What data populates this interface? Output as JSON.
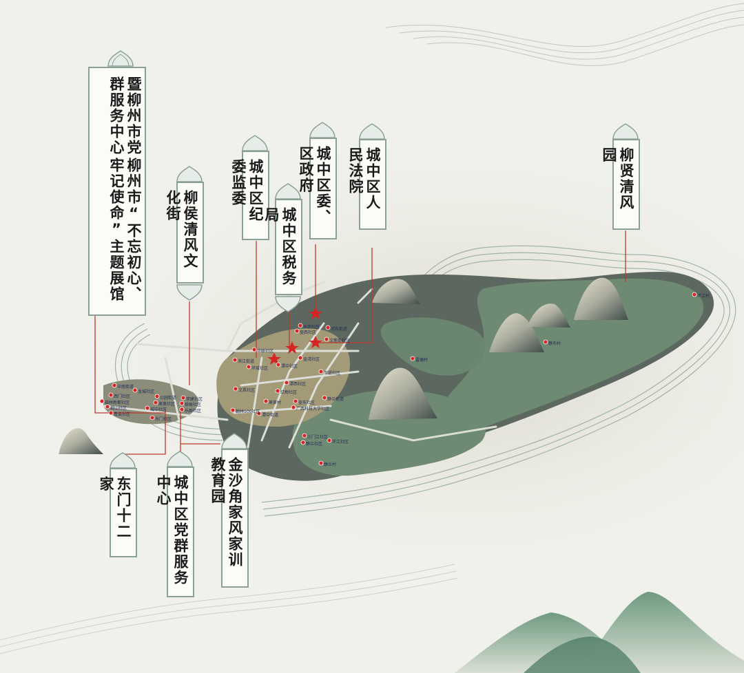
{
  "labels": {
    "exhibition": {
      "line1": "暨柳州市党群服务中心",
      "line2": "柳州市“不忘初心、牢记使命”主题展馆"
    },
    "liuhou": "柳侯清风文化街",
    "jiwei": "城中区纪委监委",
    "shuiwu": "城中区税务局",
    "quwei": "城中区委、区政府",
    "fayuan": "城中区人民法院",
    "liuxian": "柳贤清风园",
    "dongmen": "东门十二家",
    "dangqun": "城中区党群服务中心",
    "jinsha": "金沙角家风家训教育园"
  },
  "places": [
    {
      "key": "p1",
      "text": "中南街道"
    },
    {
      "key": "p2",
      "text": "龙城社区"
    },
    {
      "key": "p3",
      "text": "西门社区"
    },
    {
      "key": "p4",
      "text": "福林新都社区"
    },
    {
      "key": "p5",
      "text": "柳山社区"
    },
    {
      "key": "p6",
      "text": "青云社区"
    },
    {
      "key": "p7",
      "text": "公园街道"
    },
    {
      "key": "p8",
      "text": "荣建社区"
    },
    {
      "key": "p9",
      "text": "柳侯社区"
    },
    {
      "key": "p10",
      "text": "乐群社区"
    },
    {
      "key": "p11",
      "text": "城中社区"
    },
    {
      "key": "p12",
      "text": "东门社区"
    },
    {
      "key": "p13",
      "text": "蒸葵社区"
    },
    {
      "key": "p14",
      "text": "河东街道"
    },
    {
      "key": "p15",
      "text": "水南社区"
    },
    {
      "key": "p16",
      "text": "文笔街社区"
    },
    {
      "key": "p17",
      "text": "壶西社区"
    },
    {
      "key": "p18",
      "text": "潭中社区"
    },
    {
      "key": "p19",
      "text": "金湾社区"
    },
    {
      "key": "p20",
      "text": "滨江街道"
    },
    {
      "key": "p21",
      "text": "环城社区"
    },
    {
      "key": "p22",
      "text": "王道社区"
    },
    {
      "key": "p23",
      "text": "潭西社区"
    },
    {
      "key": "p24",
      "text": "文昌社区"
    },
    {
      "key": "p25",
      "text": "红梅社区"
    },
    {
      "key": "p26",
      "text": "壶东社区"
    },
    {
      "key": "p27",
      "text": "广西科技大学社区"
    },
    {
      "key": "p28",
      "text": "翰林100社区"
    },
    {
      "key": "p29",
      "text": "潭中街道"
    },
    {
      "key": "p30",
      "text": "静兰街道"
    },
    {
      "key": "p31",
      "text": "三门江社区"
    },
    {
      "key": "p32",
      "text": "静兰社区"
    },
    {
      "key": "p33",
      "text": "环江社区"
    },
    {
      "key": "p34",
      "text": "静兰村"
    },
    {
      "key": "p35",
      "text": "雷塘村"
    },
    {
      "key": "p36",
      "text": "环江村"
    },
    {
      "key": "p37",
      "text": "静东村"
    },
    {
      "key": "p38",
      "text": "华联社区"
    },
    {
      "key": "p39",
      "text": "蒸葵村"
    }
  ],
  "colors": {
    "land_dark": "#5b6660",
    "land_green": "#6f8a73",
    "urban_tan": "#a39a78",
    "road": "#d9dcd6",
    "marker": "#d62424",
    "leader_line": "#c0392b",
    "label_border": "#8aa096"
  },
  "icons": [
    "star-icon",
    "mountain-icon",
    "location-dot-icon"
  ]
}
